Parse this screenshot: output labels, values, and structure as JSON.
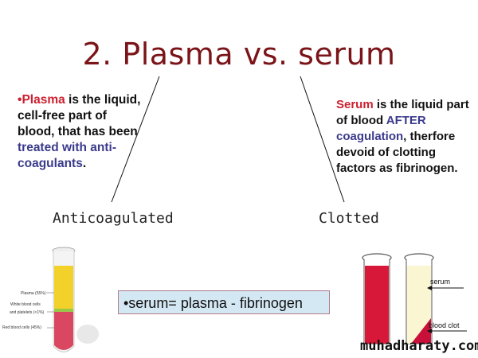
{
  "title": "2.  Plasma vs. serum",
  "plasma_definition": {
    "bullet": "•",
    "term": "Plasma",
    "part1": " is the liquid, cell-free part of blood, that has been ",
    "highlight": "treated with anti-coagulants",
    "end": "."
  },
  "serum_definition": {
    "term": "Serum",
    "part1": " is the liquid part of blood ",
    "highlight1": "AFTER coagulation",
    "part2": ", therfore devoid of clotting factors as fibrinogen."
  },
  "labels": {
    "anticoagulated": "Anticoagulated",
    "clotted": "Clotted"
  },
  "formula": "•serum= plasma - fibrinogen",
  "left_tube": {
    "plasma": "Plasma (55%)",
    "wbc_line1": "White blood cells",
    "wbc_line2": "and platelets (<1%)",
    "rbc": "Red blood cells (45%)"
  },
  "right_tubes": {
    "serum": "serum",
    "clot": "blood clot"
  },
  "watermark": "muhadharaty.com",
  "colors": {
    "title": "#7b1418",
    "term_red": "#cc2030",
    "highlight_blue": "#3a3a8c",
    "formula_bg": "#d4e8f4",
    "blood_red": "#d81838",
    "plasma_yellow": "#f2d12a",
    "serum_cream": "#fbf6d2"
  }
}
